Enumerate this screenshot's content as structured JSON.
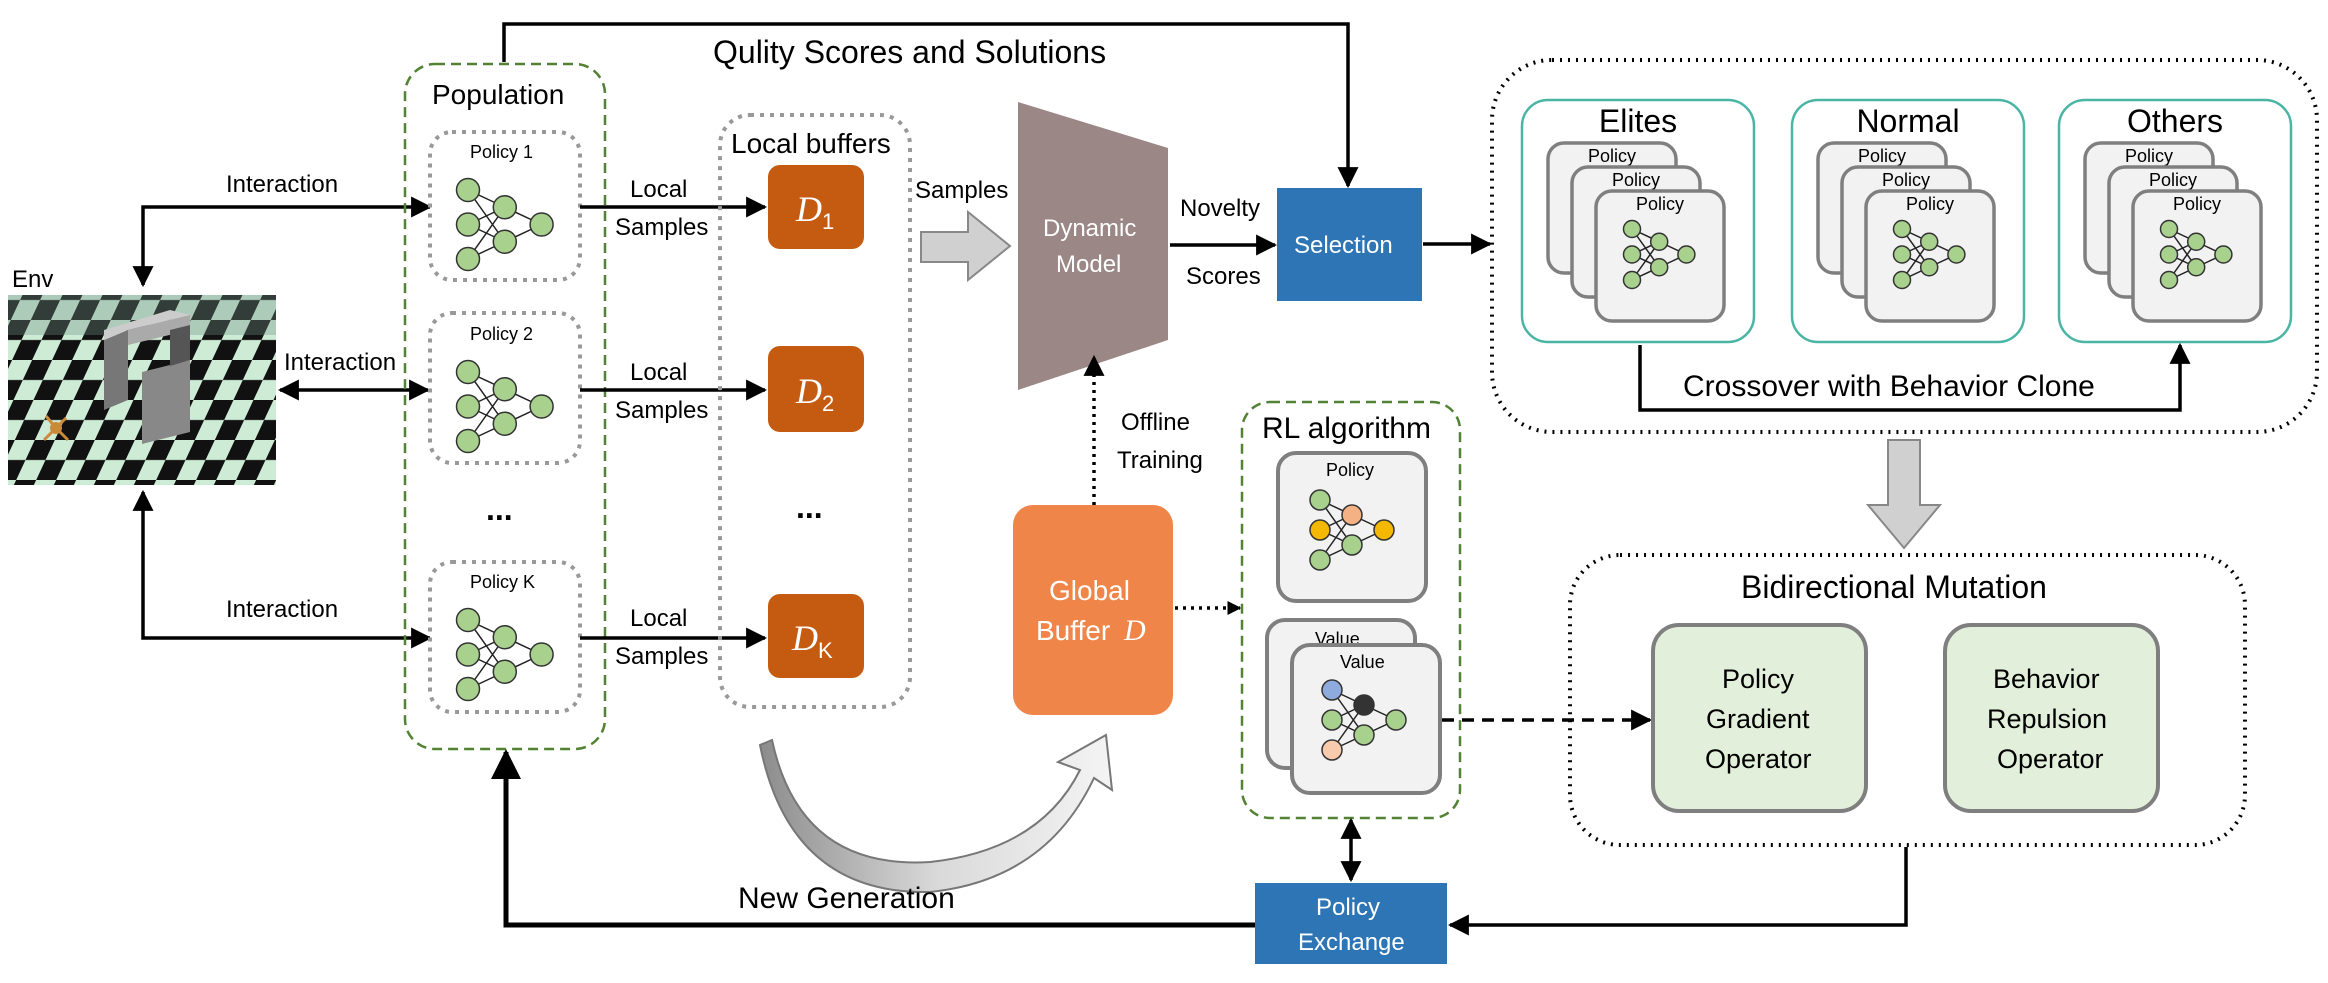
{
  "title_top": "Qulity Scores and Solutions",
  "env_label": "Env",
  "interaction_labels": [
    "Interaction",
    "Interaction",
    "Interaction"
  ],
  "population": {
    "title": "Population",
    "policies": [
      "Policy 1",
      "Policy 2",
      "Policy K"
    ],
    "ellipsis": "..."
  },
  "local_samples_line1": "Local",
  "local_samples_line2": "Samples",
  "local_buffers": {
    "title": "Local buffers",
    "buffers": [
      {
        "script": "D",
        "sub": "1"
      },
      {
        "script": "D",
        "sub": "2"
      },
      {
        "script": "D",
        "sub": "K"
      }
    ],
    "ellipsis": "..."
  },
  "samples_label": "Samples",
  "dynamic_model": [
    "Dynamic",
    "Model"
  ],
  "novelty_label": "Novelty",
  "scores_label": "Scores",
  "selection_label": "Selection",
  "archive": {
    "groups": [
      "Elites",
      "Normal",
      "Others"
    ],
    "card_label": "Policy",
    "crossover_label": "Crossover with Behavior Clone"
  },
  "offline_training": [
    "Offline",
    "Training"
  ],
  "global_buffer": {
    "line1": "Global",
    "line2": "Buffer",
    "script": "D"
  },
  "rl_algorithm": {
    "title": "RL algorithm",
    "policy_label": "Policy",
    "value_label": "Value"
  },
  "mutation": {
    "title": "Bidirectional Mutation",
    "operators": [
      [
        "Policy",
        "Gradient",
        "Operator"
      ],
      [
        "Behavior",
        "Repulsion",
        "Operator"
      ]
    ]
  },
  "new_generation": "New Generation",
  "policy_exchange": [
    "Policy",
    "Exchange"
  ],
  "colors": {
    "node_green": "#a9d18e",
    "node_yellow": "#f5b800",
    "node_peach": "#f4b183",
    "node_blue": "#8faadc",
    "node_pink": "#f8cbad",
    "node_black": "#333333",
    "buffer_orange": "#c55a11",
    "global_buffer": "#f0854a",
    "selection_blue": "#2e75b6",
    "model_gray": "#9a8786",
    "mutation_fill": "#e2efda",
    "teal_border": "#4bb5a5",
    "population_border": "#548235"
  }
}
